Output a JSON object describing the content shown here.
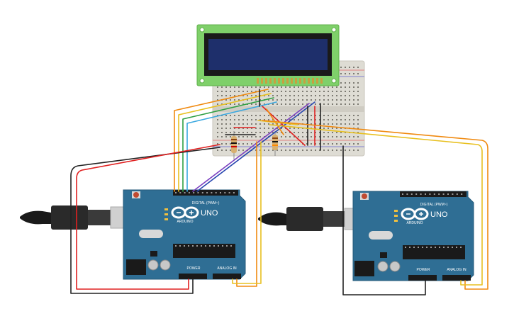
{
  "left_arduino": {
    "brand_label": "ARDUINO",
    "model_label": "UNO",
    "digital_label": "DIGITAL (PWM~)",
    "power_label": "POWER",
    "analog_label": "ANALOG IN"
  },
  "right_arduino": {
    "brand_label": "ARDUINO",
    "model_label": "UNO",
    "digital_label": "DIGITAL (PWM~)",
    "power_label": "POWER",
    "analog_label": "ANALOG IN"
  },
  "colors": {
    "board": "#2f6e94",
    "lcd_pcb": "#7fd06a",
    "lcd_screen": "#1e2f6b",
    "breadboard": "#dedcd4",
    "wire_red": "#e02020",
    "wire_black": "#222222",
    "wire_orange": "#f08a10",
    "wire_yellow": "#e8c020",
    "wire_green": "#2ea043",
    "wire_blue": "#3aa8e0",
    "wire_purple": "#7a3fc0",
    "wire_dark_blue": "#2846b0"
  }
}
